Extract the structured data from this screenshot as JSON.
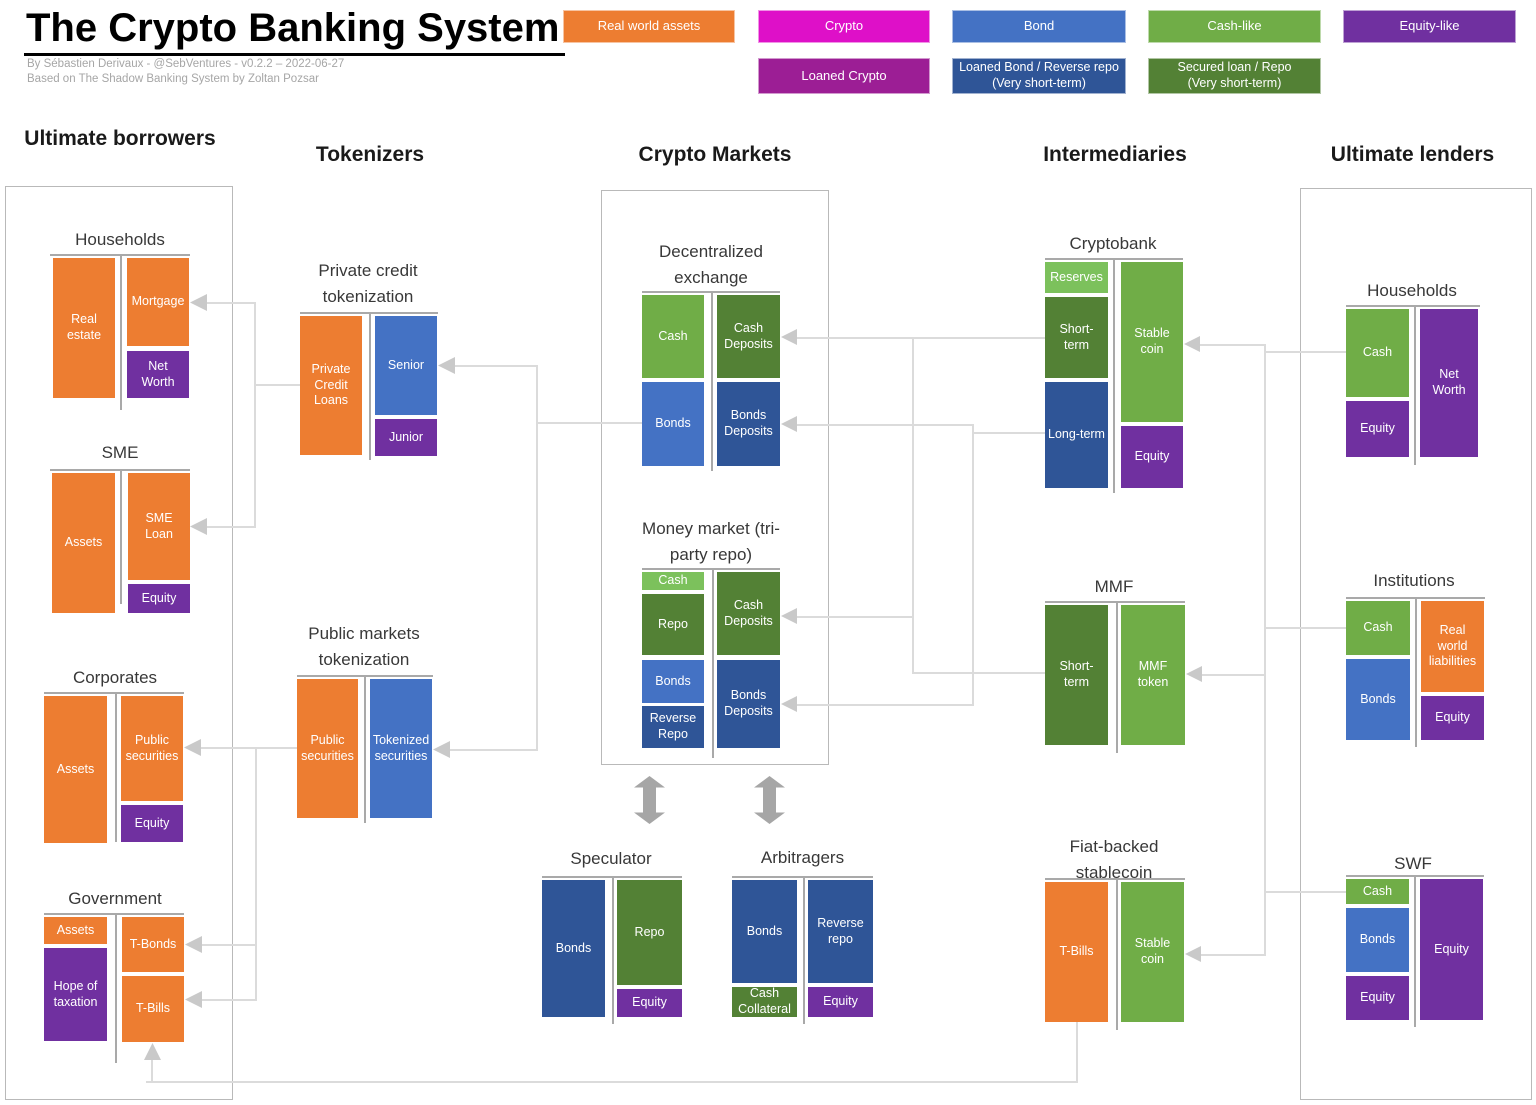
{
  "colors": {
    "orange": "#ED7D31",
    "crypto": "#DE10C8",
    "loaned_crypto": "#9C1E95",
    "bond": "#4472C4",
    "bond_dark": "#2F5597",
    "cash": "#70AD47",
    "cash_light": "#7CC15C",
    "repo_dark": "#538135",
    "equity": "#7030A0",
    "line": "#DBDBDB",
    "arrow": "#C9C9C9",
    "big_arrow": "#A6A6A6"
  },
  "header": {
    "title": "The Crypto Banking System",
    "byline1": "By Sébastien Derivaux - @SebVentures - v0.2.2 – 2022-06-27",
    "byline2": "Based on The Shadow Banking System by Zoltan Pozsar"
  },
  "legend": {
    "real_world_assets": "Real world assets",
    "crypto": "Crypto",
    "bond": "Bond",
    "cash_like": "Cash-like",
    "equity_like": "Equity-like",
    "loaned_crypto": "Loaned Crypto",
    "loaned_bond_line1": "Loaned Bond / Reverse repo",
    "loaned_bond_line2": "(Very short-term)",
    "secured_loan_line1": "Secured loan / Repo",
    "secured_loan_line2": "(Very short-term)"
  },
  "column_headers": {
    "borrowers": "Ultimate borrowers",
    "tokenizers": "Tokenizers",
    "crypto_markets": "Crypto Markets",
    "intermediaries": "Intermediaries",
    "lenders": "Ultimate lenders"
  },
  "accounts": {
    "households_borrower": {
      "title": "Households",
      "real_estate": "Real estate",
      "mortgage": "Mortgage",
      "net_worth": "Net Worth"
    },
    "sme": {
      "title": "SME",
      "assets": "Assets",
      "sme_loan": "SME Loan",
      "equity": "Equity"
    },
    "corporates": {
      "title": "Corporates",
      "assets": "Assets",
      "public_securities": "Public securities",
      "equity": "Equity"
    },
    "government": {
      "title": "Government",
      "assets": "Assets",
      "hope_of_taxation": "Hope of taxation",
      "t_bonds": "T-Bonds",
      "t_bills": "T-Bills"
    },
    "private_credit_tokenization": {
      "title": "Private credit tokenization",
      "private_credit_loans": "Private Credit Loans",
      "senior": "Senior",
      "junior": "Junior"
    },
    "public_markets_tokenization": {
      "title": "Public markets tokenization",
      "public_securities": "Public securities",
      "tokenized_securities": "Tokenized securities"
    },
    "decentralized_exchange": {
      "title": "Decentralized exchange",
      "cash": "Cash",
      "bonds": "Bonds",
      "cash_deposits": "Cash Deposits",
      "bonds_deposits": "Bonds Deposits"
    },
    "money_market": {
      "title": "Money market (tri-party repo)",
      "cash": "Cash",
      "repo": "Repo",
      "bonds": "Bonds",
      "reverse_repo": "Reverse Repo",
      "cash_deposits": "Cash Deposits",
      "bonds_deposits": "Bonds Deposits"
    },
    "speculator": {
      "title": "Speculator",
      "bonds": "Bonds",
      "repo": "Repo",
      "equity": "Equity"
    },
    "arbitragers": {
      "title": "Arbitragers",
      "bonds": "Bonds",
      "cash_collateral": "Cash Collateral",
      "reverse_repo": "Reverse repo",
      "equity": "Equity"
    },
    "cryptobank": {
      "title": "Cryptobank",
      "reserves": "Reserves",
      "short_term": "Short-term",
      "long_term": "Long-term",
      "stable_coin": "Stable coin",
      "equity": "Equity"
    },
    "mmf": {
      "title": "MMF",
      "short_term": "Short-term",
      "mmf_token": "MMF token"
    },
    "fiat_backed_stablecoin": {
      "title": "Fiat-backed stablecoin",
      "t_bills": "T-Bills",
      "stable_coin": "Stable coin"
    },
    "households_lender": {
      "title": "Households",
      "cash": "Cash",
      "equity": "Equity",
      "net_worth": "Net Worth"
    },
    "institutions": {
      "title": "Institutions",
      "cash": "Cash",
      "bonds": "Bonds",
      "real_world_liabilities": "Real world liabilities",
      "equity": "Equity"
    },
    "swf": {
      "title": "SWF",
      "cash": "Cash",
      "bonds": "Bonds",
      "equity": "Equity",
      "equity_r": "Equity"
    }
  }
}
